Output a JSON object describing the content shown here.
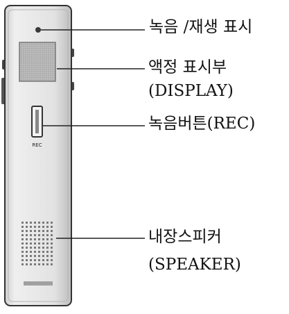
{
  "labels": {
    "record_play_indicator": "녹음 /재생 표시",
    "lcd_display": "액정 표시부",
    "lcd_display_en": "(DISPLAY)",
    "record_button": "녹음버튼(REC)",
    "speaker": "내장스피커",
    "speaker_en": "(SPEAKER)"
  },
  "device": {
    "rec_button_caption": "REC",
    "body_color": "#e6e6e6",
    "outline_color": "#333333",
    "grille_color": "#8a8a8a"
  }
}
